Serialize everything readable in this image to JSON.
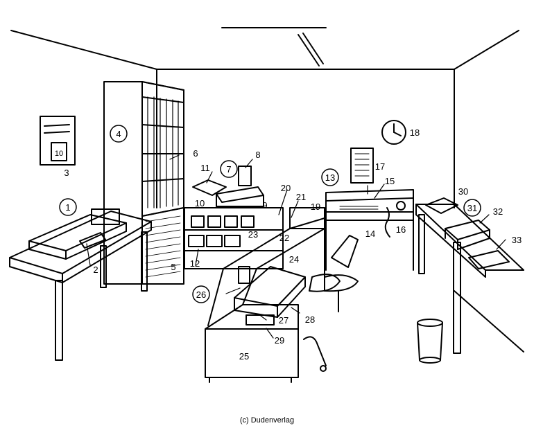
{
  "labels": {
    "n1": "1",
    "n2": "2",
    "n3": "3",
    "n4": "4",
    "n5": "5",
    "n6": "6",
    "n7": "7",
    "n8": "8",
    "n9": "9",
    "n10": "10",
    "n11": "11",
    "n12": "12",
    "n13": "13",
    "n14": "14",
    "n15": "15",
    "n16": "16",
    "n17": "17",
    "n18": "18",
    "n19": "19",
    "n20": "20",
    "n21": "21",
    "n22": "22",
    "n23": "23",
    "n24": "24",
    "n25": "25",
    "n26": "26",
    "n27": "27",
    "n28": "28",
    "n29": "29",
    "n30": "30",
    "n31": "31",
    "n32": "32",
    "n33": "33"
  },
  "calendar_number": "10",
  "credit": "(c) Dudenverlag"
}
